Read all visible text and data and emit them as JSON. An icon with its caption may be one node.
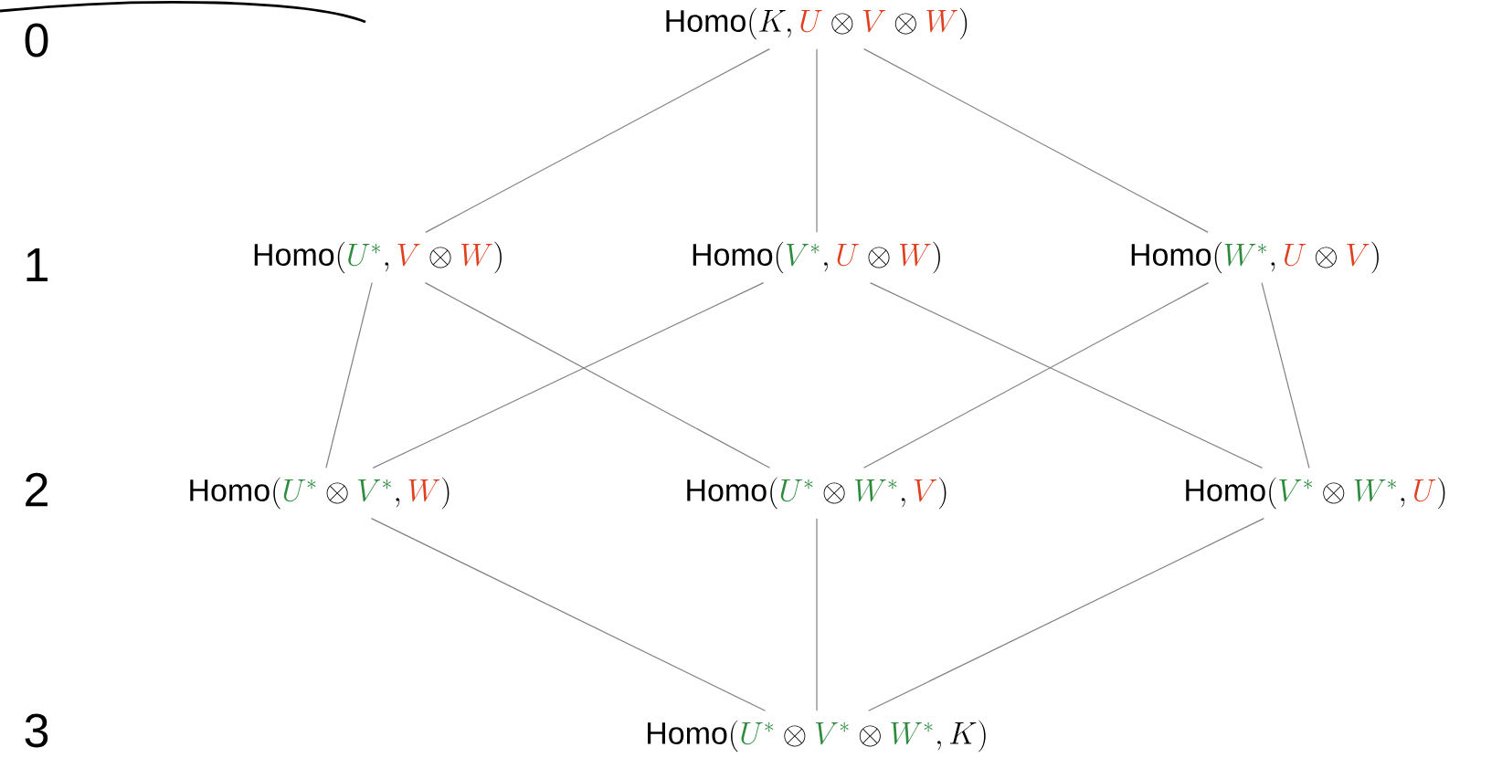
{
  "diagram": {
    "nodes": [
      {
        "text": [
          "\\mathrm{Homo}(K, \\textcolor[HTML]{E0401F}{U}\\otimes\\textcolor[HTML]{E0401F}{V}\\otimes\\textcolor[HTML]{E0401F}{W})"
        ]
      },
      {
        "text": [
          "\\mathrm{Homo}(\\textcolor[HTML]{2E8B3E}{U^{*}}, \\textcolor[HTML]{E0401F}{V}\\otimes\\textcolor[HTML]{E0401F}{W})"
        ]
      },
      {
        "text": [
          "\\mathrm{Homo}(\\textcolor[HTML]{2E8B3E}{V^{*}}, \\textcolor[HTML]{E0401F}{U}\\otimes\\textcolor[HTML]{E0401F}{W})"
        ]
      },
      {
        "text": [
          "\\mathrm{Homo}(\\textcolor[HTML]{2E8B3E}{W^{*}}, \\textcolor[HTML]{E0401F}{U}\\otimes\\textcolor[HTML]{E0401F}{V})"
        ]
      },
      {
        "text": [
          "\\mathrm{Homo}(\\textcolor[HTML]{2E8B3E}{U^{*}}\\otimes\\textcolor[HTML]{2E8B3E}{V^{*}}, \\textcolor[HTML]{E0401F}{W})"
        ]
      },
      {
        "text": [
          "\\mathrm{Homo}(\\textcolor[HTML]{2E8B3E}{U^{*}}\\otimes\\textcolor[HTML]{2E8B3E}{W^{*}}, \\textcolor[HTML]{E0401F}{V})"
        ]
      },
      {
        "text": [
          "\\mathrm{Homo}(\\textcolor[HTML]{2E8B3E}{V^{*}}\\otimes\\textcolor[HTML]{2E8B3E}{W^{*}}, \\textcolor[HTML]{E0401F}{U})"
        ]
      },
      {
        "text": [
          "\\mathrm{Homo}(\\textcolor[HTML]{2E8B3E}{U^{*}}\\otimes\\textcolor[HTML]{2E8B3E}{V^{*}}\\otimes\\textcolor[HTML]{2E8B3E}{W^{*}}, K)"
        ]
      }
    ],
    "edges": [
      {
        "from": 0,
        "to": 1,
        "arrow": "none"
      },
      {
        "from": 0,
        "to": 2,
        "arrow": "none"
      },
      {
        "from": 0,
        "to": 3,
        "arrow": "none"
      },
      {
        "from": 1,
        "to": 4,
        "arrow": "none"
      },
      {
        "from": 1,
        "to": 5,
        "arrow": "none"
      },
      {
        "from": 2,
        "to": 4,
        "arrow": "none"
      },
      {
        "from": 2,
        "to": 6,
        "arrow": "none"
      },
      {
        "from": 3,
        "to": 5,
        "arrow": "none"
      },
      {
        "from": 3,
        "to": 6,
        "arrow": "none"
      },
      {
        "from": 4,
        "to": 7,
        "arrow": "none"
      },
      {
        "from": 5,
        "to": 7,
        "arrow": "none"
      },
      {
        "from": 6,
        "to": 7,
        "arrow": "none"
      }
    ],
    "labels": [
      "0",
      "1",
      "2",
      "3"
    ]
  }
}
